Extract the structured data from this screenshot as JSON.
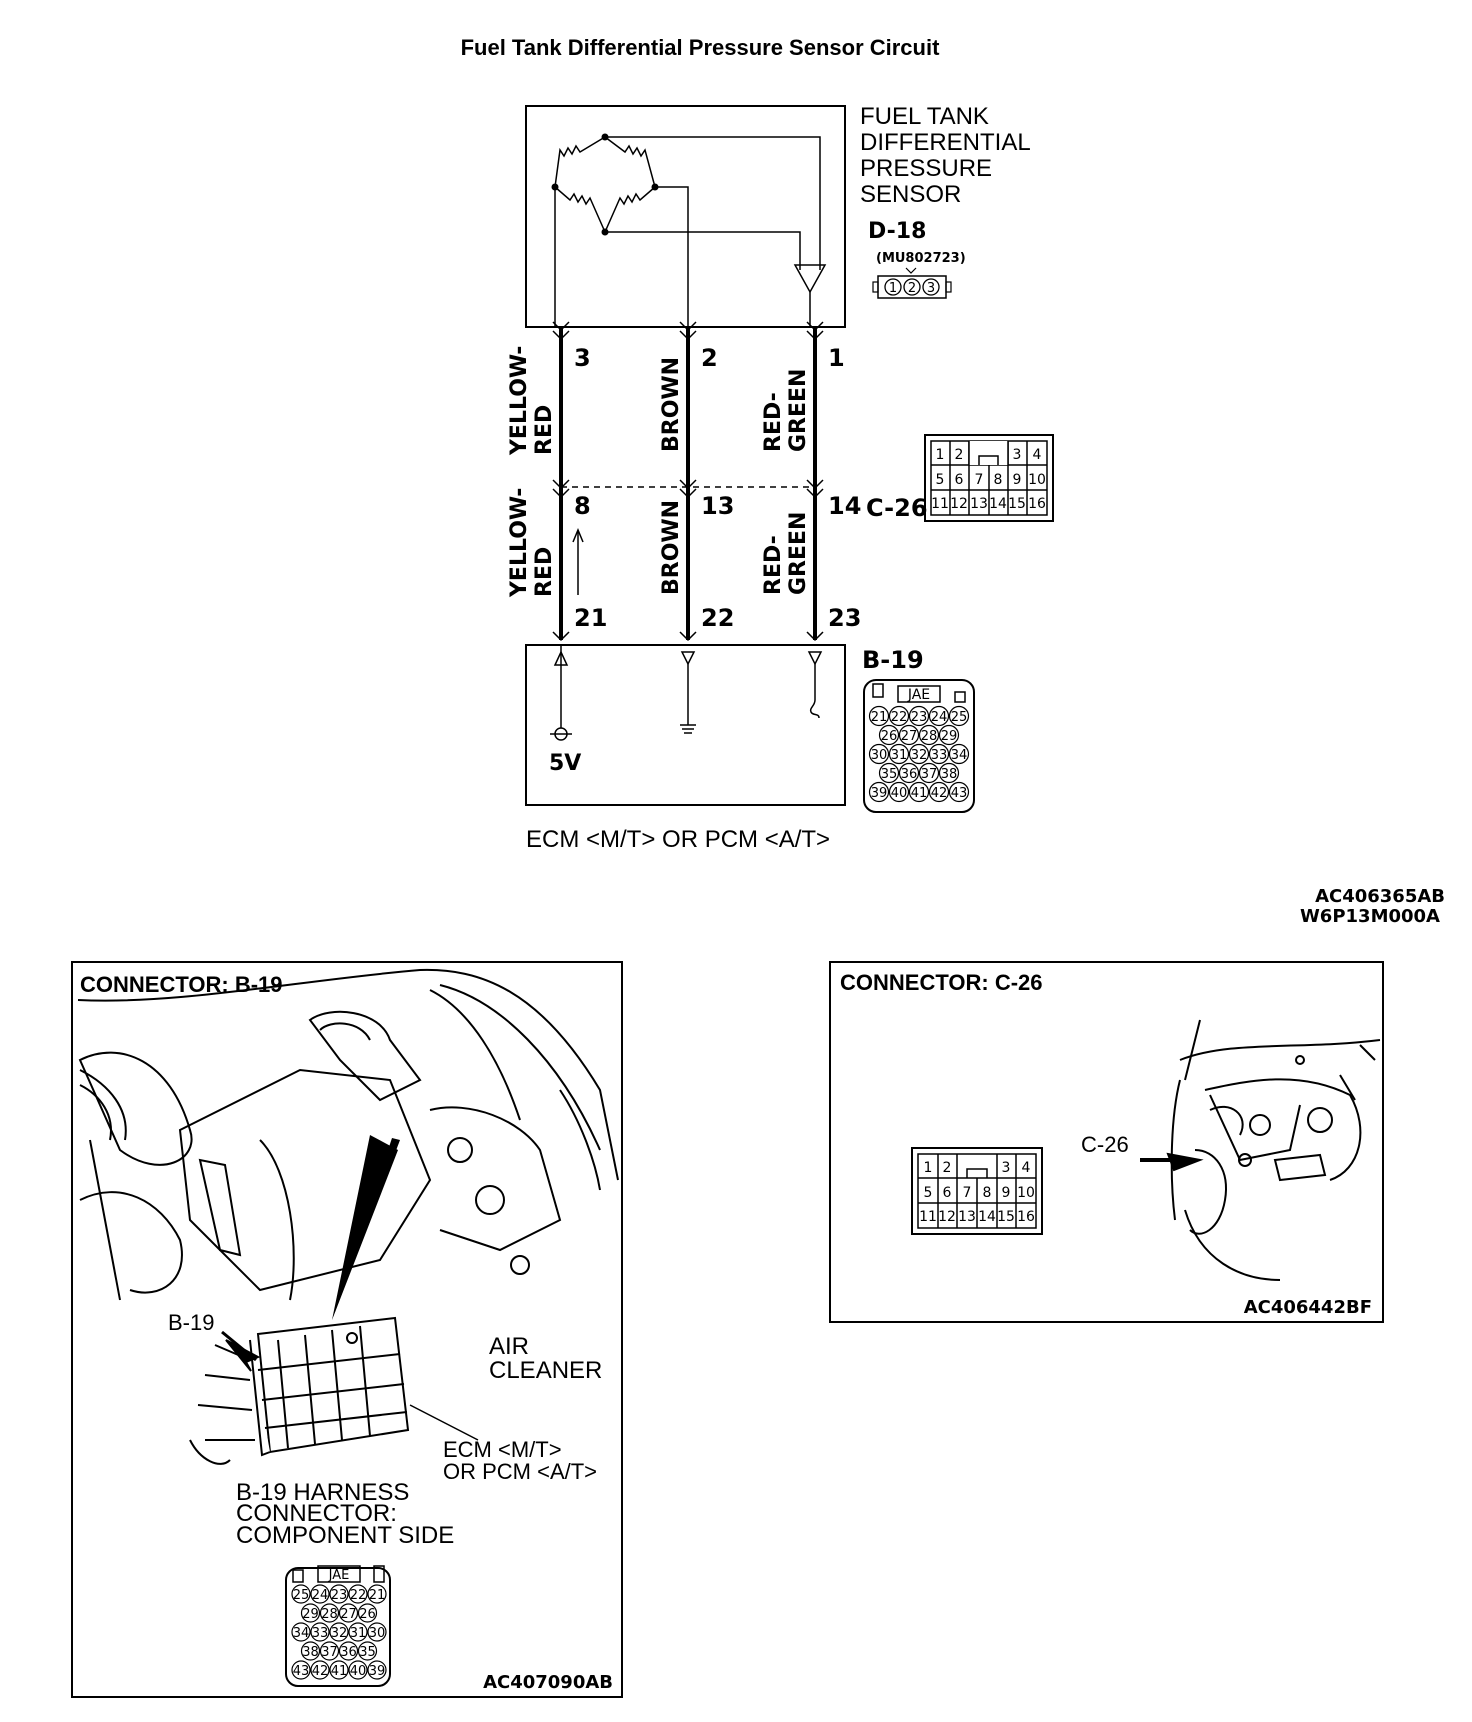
{
  "title": "Fuel Tank Differential Pressure Sensor Circuit",
  "sensor": {
    "label_lines": [
      "FUEL TANK",
      "DIFFERENTIAL",
      "PRESSURE",
      "SENSOR"
    ],
    "connector_id": "D-18",
    "part_number": "(MU802723)",
    "pins": [
      "1",
      "2",
      "3"
    ]
  },
  "wires": [
    {
      "pin_top": "3",
      "color_lines": [
        "YELLOW-",
        "RED"
      ],
      "pin_mid": "8",
      "pin_bottom": "21"
    },
    {
      "pin_top": "2",
      "color_lines": [
        "BROWN"
      ],
      "pin_mid": "13",
      "pin_bottom": "22"
    },
    {
      "pin_top": "1",
      "color_lines": [
        "RED-",
        "GREEN"
      ],
      "pin_mid": "14",
      "pin_bottom": "23"
    }
  ],
  "c26": {
    "id": "C-26",
    "rows": [
      [
        "1",
        "2",
        "",
        "3",
        "4"
      ],
      [
        "5",
        "6",
        "7",
        "8",
        "9",
        "10"
      ],
      [
        "11",
        "12",
        "13",
        "14",
        "15",
        "16"
      ]
    ]
  },
  "b19": {
    "id": "B-19",
    "brand": "JAE",
    "rows": [
      [
        "21",
        "22",
        "23",
        "24",
        "25"
      ],
      [
        "26",
        "27",
        "28",
        "29"
      ],
      [
        "30",
        "31",
        "32",
        "33",
        "34"
      ],
      [
        "35",
        "36",
        "37",
        "38"
      ],
      [
        "39",
        "40",
        "41",
        "42",
        "43"
      ]
    ],
    "rows_component": [
      [
        "25",
        "24",
        "23",
        "22",
        "21"
      ],
      [
        "29",
        "28",
        "27",
        "26"
      ],
      [
        "34",
        "33",
        "32",
        "31",
        "30"
      ],
      [
        "38",
        "37",
        "36",
        "35"
      ],
      [
        "43",
        "42",
        "41",
        "40",
        "39"
      ]
    ]
  },
  "ecm": {
    "voltage": "5V",
    "label": "ECM <M/T> OR PCM <A/T>"
  },
  "codes": {
    "main_1": "AC406365AB",
    "main_2": "W6P13M000A",
    "left_panel": "AC407090AB",
    "right_panel": "AC406442BF"
  },
  "left_panel": {
    "title": "CONNECTOR: B-19",
    "callout": "B-19",
    "air_cleaner_lines": [
      "AIR",
      "CLEANER"
    ],
    "ecm_lines": [
      "ECM <M/T>",
      "OR PCM <A/T>"
    ],
    "harness_lines": [
      "B-19 HARNESS",
      "CONNECTOR:",
      "COMPONENT SIDE"
    ]
  },
  "right_panel": {
    "title": "CONNECTOR: C-26",
    "callout": "C-26"
  }
}
